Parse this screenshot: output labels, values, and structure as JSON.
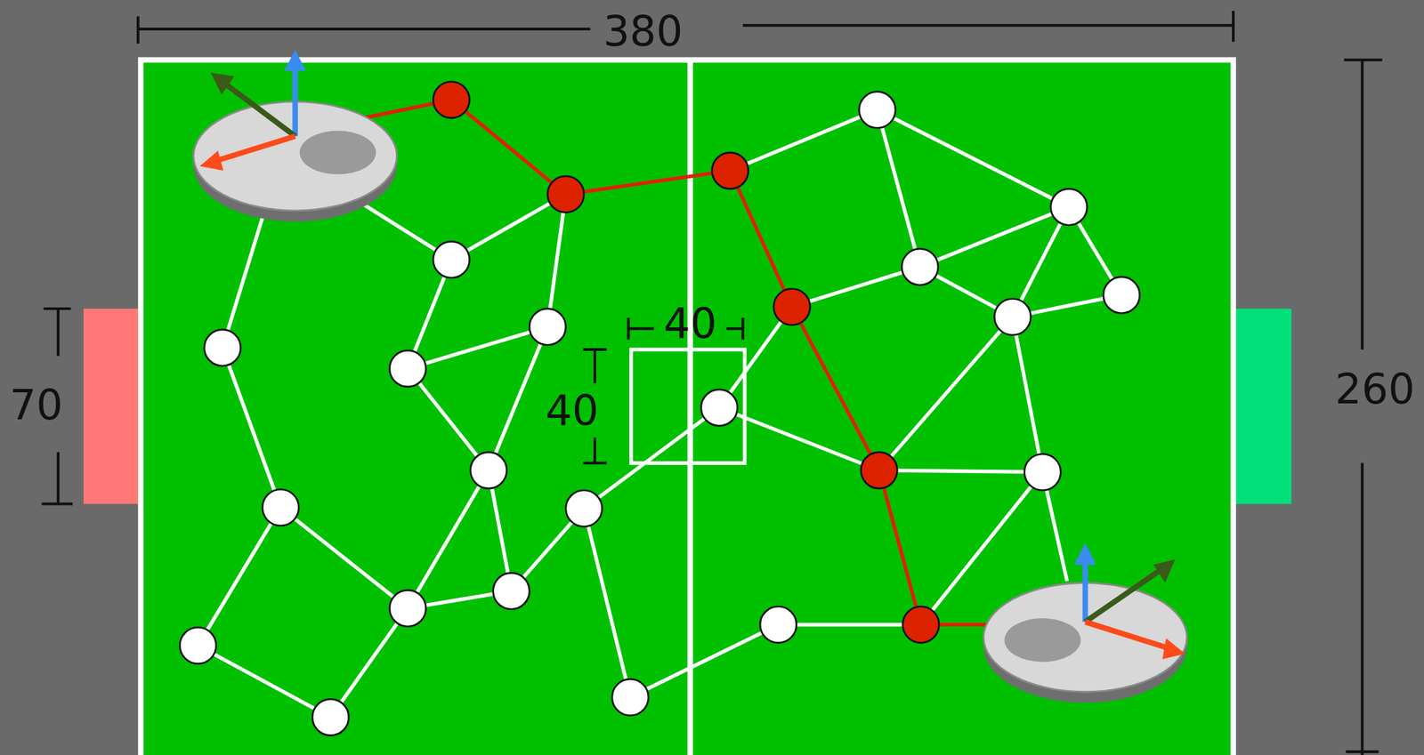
{
  "diagram": {
    "labels": [
      "380",
      "40",
      "40",
      "70",
      "260"
    ]
  }
}
